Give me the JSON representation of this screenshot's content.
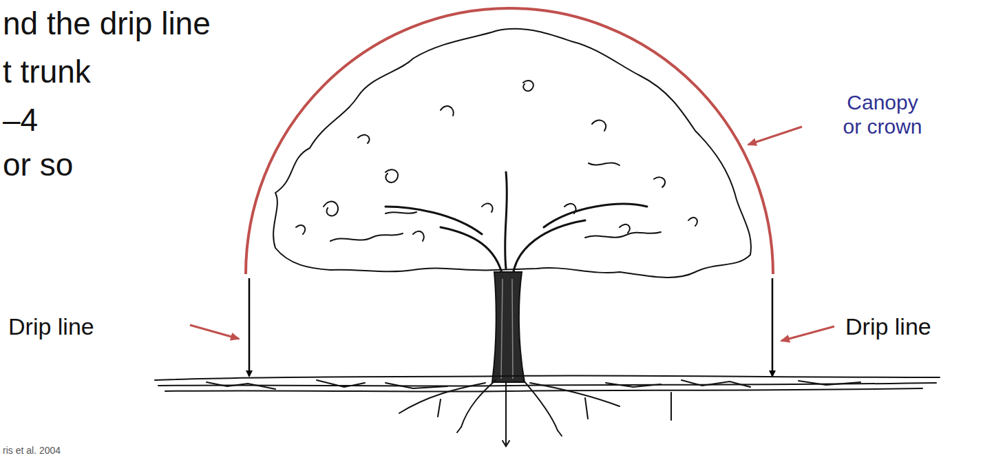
{
  "diagram": {
    "labels": [
      "nd the drip line",
      "t trunk",
      "–4",
      "or so",
      "Drip line",
      "Drip line",
      "Canopy or crown",
      "ris et al. 2004"
    ]
  }
}
